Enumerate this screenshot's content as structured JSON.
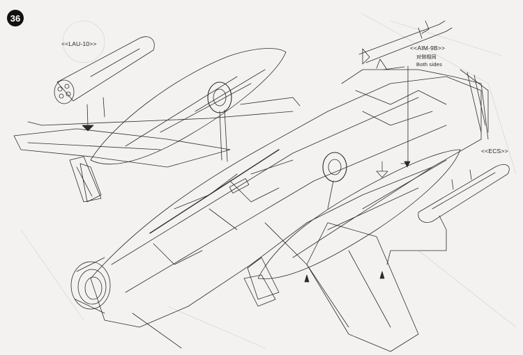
{
  "step": {
    "number": "36"
  },
  "callouts": {
    "lau10": "<<LAU-10>>",
    "aim9b": "<<AIM-9B>>",
    "aim9b_note_cn": "对侧相同",
    "aim9b_note_en": "Both sides",
    "ecs": "<<ECS>>"
  },
  "colors": {
    "ink": "#222222",
    "paper": "#f4f2f1",
    "badge": "#111111"
  }
}
